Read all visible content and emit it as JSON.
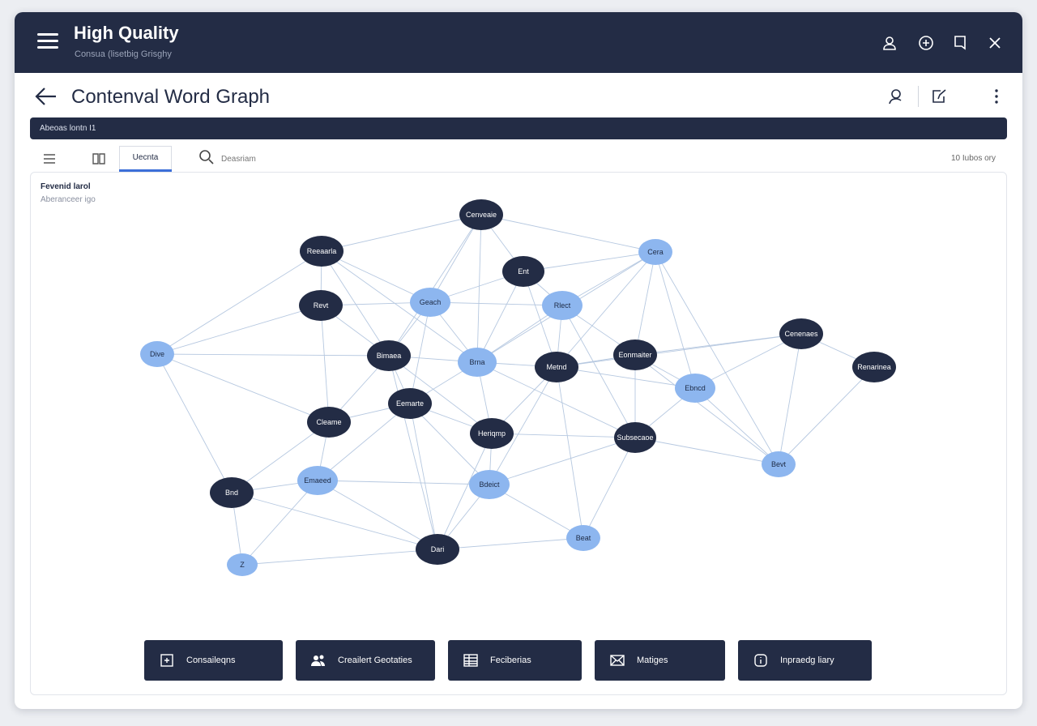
{
  "app": {
    "title": "High Quality",
    "subtitle": "Consua (lisetbig Grisghy"
  },
  "titlebar_icons": [
    "user-icon",
    "add-circle-icon",
    "bookmark-icon",
    "close-icon"
  ],
  "page": {
    "title": "Contenval Word Graph"
  },
  "header_icons": [
    "profile-icon",
    "edit-icon",
    "more-vertical-icon"
  ],
  "banner": {
    "text": "Abeoas lontn I1"
  },
  "toolbar": {
    "active_tab": "Uecnta",
    "search_placeholder": "Deasriam",
    "count_label": "10 Iubos ory"
  },
  "panel": {
    "title": "Fevenid larol",
    "subtitle": "Aberanceer igo"
  },
  "graph": {
    "colors": {
      "dark": "#232c45",
      "light": "#8db6ef",
      "edge": "#b6c8e0"
    },
    "nodes": [
      {
        "id": "n1",
        "label": "Cenveaie",
        "kind": "dark"
      },
      {
        "id": "n2",
        "label": "Reeaarla",
        "kind": "dark"
      },
      {
        "id": "n3",
        "label": "Cera",
        "kind": "light"
      },
      {
        "id": "n4",
        "label": "Ent",
        "kind": "dark"
      },
      {
        "id": "n5",
        "label": "Revt",
        "kind": "dark"
      },
      {
        "id": "n6",
        "label": "Geach",
        "kind": "light"
      },
      {
        "id": "n7",
        "label": "Rlect",
        "kind": "light"
      },
      {
        "id": "n8",
        "label": "Dive",
        "kind": "light"
      },
      {
        "id": "n9",
        "label": "Bimaea",
        "kind": "dark"
      },
      {
        "id": "n10",
        "label": "Brna",
        "kind": "light"
      },
      {
        "id": "n11",
        "label": "Metnd",
        "kind": "dark"
      },
      {
        "id": "n12",
        "label": "Eonmaiter",
        "kind": "dark"
      },
      {
        "id": "n13",
        "label": "Cenenaes",
        "kind": "dark"
      },
      {
        "id": "n14",
        "label": "Renarinea",
        "kind": "dark"
      },
      {
        "id": "n15",
        "label": "Ebncd",
        "kind": "light"
      },
      {
        "id": "n16",
        "label": "Eemarte",
        "kind": "dark"
      },
      {
        "id": "n17",
        "label": "Cleame",
        "kind": "dark"
      },
      {
        "id": "n18",
        "label": "Heriqmp",
        "kind": "dark"
      },
      {
        "id": "n19",
        "label": "Subsecaoe",
        "kind": "dark"
      },
      {
        "id": "n20",
        "label": "Bevt",
        "kind": "light"
      },
      {
        "id": "n21",
        "label": "Emaeed",
        "kind": "light"
      },
      {
        "id": "n22",
        "label": "Bnd",
        "kind": "dark"
      },
      {
        "id": "n23",
        "label": "Bdeict",
        "kind": "light"
      },
      {
        "id": "n24",
        "label": "Beat",
        "kind": "light"
      },
      {
        "id": "n25",
        "label": "Dari",
        "kind": "dark"
      },
      {
        "id": "n26",
        "label": "Z",
        "kind": "light"
      }
    ],
    "edges": [
      [
        "n1",
        "n2"
      ],
      [
        "n1",
        "n3"
      ],
      [
        "n1",
        "n6"
      ],
      [
        "n1",
        "n9"
      ],
      [
        "n1",
        "n4"
      ],
      [
        "n1",
        "n10"
      ],
      [
        "n2",
        "n8"
      ],
      [
        "n2",
        "n5"
      ],
      [
        "n2",
        "n9"
      ],
      [
        "n2",
        "n10"
      ],
      [
        "n2",
        "n6"
      ],
      [
        "n3",
        "n7"
      ],
      [
        "n3",
        "n12"
      ],
      [
        "n3",
        "n15"
      ],
      [
        "n3",
        "n11"
      ],
      [
        "n3",
        "n20"
      ],
      [
        "n3",
        "n4"
      ],
      [
        "n3",
        "n10"
      ],
      [
        "n4",
        "n10"
      ],
      [
        "n4",
        "n11"
      ],
      [
        "n4",
        "n6"
      ],
      [
        "n4",
        "n7"
      ],
      [
        "n5",
        "n8"
      ],
      [
        "n5",
        "n6"
      ],
      [
        "n5",
        "n17"
      ],
      [
        "n5",
        "n9"
      ],
      [
        "n6",
        "n7"
      ],
      [
        "n6",
        "n10"
      ],
      [
        "n6",
        "n16"
      ],
      [
        "n6",
        "n9"
      ],
      [
        "n7",
        "n11"
      ],
      [
        "n7",
        "n12"
      ],
      [
        "n7",
        "n10"
      ],
      [
        "n7",
        "n19"
      ],
      [
        "n8",
        "n17"
      ],
      [
        "n8",
        "n9"
      ],
      [
        "n8",
        "n22"
      ],
      [
        "n9",
        "n10"
      ],
      [
        "n9",
        "n17"
      ],
      [
        "n9",
        "n18"
      ],
      [
        "n9",
        "n16"
      ],
      [
        "n9",
        "n25"
      ],
      [
        "n10",
        "n11"
      ],
      [
        "n10",
        "n16"
      ],
      [
        "n10",
        "n18"
      ],
      [
        "n10",
        "n19"
      ],
      [
        "n11",
        "n12"
      ],
      [
        "n11",
        "n13"
      ],
      [
        "n11",
        "n18"
      ],
      [
        "n11",
        "n24"
      ],
      [
        "n11",
        "n23"
      ],
      [
        "n12",
        "n15"
      ],
      [
        "n12",
        "n19"
      ],
      [
        "n12",
        "n13"
      ],
      [
        "n12",
        "n20"
      ],
      [
        "n13",
        "n14"
      ],
      [
        "n13",
        "n20"
      ],
      [
        "n13",
        "n15"
      ],
      [
        "n14",
        "n20"
      ],
      [
        "n15",
        "n19"
      ],
      [
        "n15",
        "n20"
      ],
      [
        "n15",
        "n11"
      ],
      [
        "n16",
        "n17"
      ],
      [
        "n16",
        "n21"
      ],
      [
        "n16",
        "n25"
      ],
      [
        "n16",
        "n18"
      ],
      [
        "n16",
        "n23"
      ],
      [
        "n17",
        "n21"
      ],
      [
        "n17",
        "n22"
      ],
      [
        "n18",
        "n23"
      ],
      [
        "n18",
        "n19"
      ],
      [
        "n18",
        "n25"
      ],
      [
        "n19",
        "n24"
      ],
      [
        "n19",
        "n20"
      ],
      [
        "n19",
        "n23"
      ],
      [
        "n21",
        "n22"
      ],
      [
        "n21",
        "n25"
      ],
      [
        "n21",
        "n26"
      ],
      [
        "n21",
        "n23"
      ],
      [
        "n22",
        "n26"
      ],
      [
        "n22",
        "n25"
      ],
      [
        "n23",
        "n25"
      ],
      [
        "n23",
        "n24"
      ],
      [
        "n24",
        "n25"
      ],
      [
        "n25",
        "n26"
      ]
    ]
  },
  "actions": [
    {
      "label": "Consaileqns",
      "icon": "add-square-icon"
    },
    {
      "label": "Creailert Geotaties",
      "icon": "people-icon"
    },
    {
      "label": "Feciberias",
      "icon": "table-icon"
    },
    {
      "label": "Matiges",
      "icon": "mail-icon"
    },
    {
      "label": "Inpraedg liary",
      "icon": "info-icon"
    }
  ]
}
